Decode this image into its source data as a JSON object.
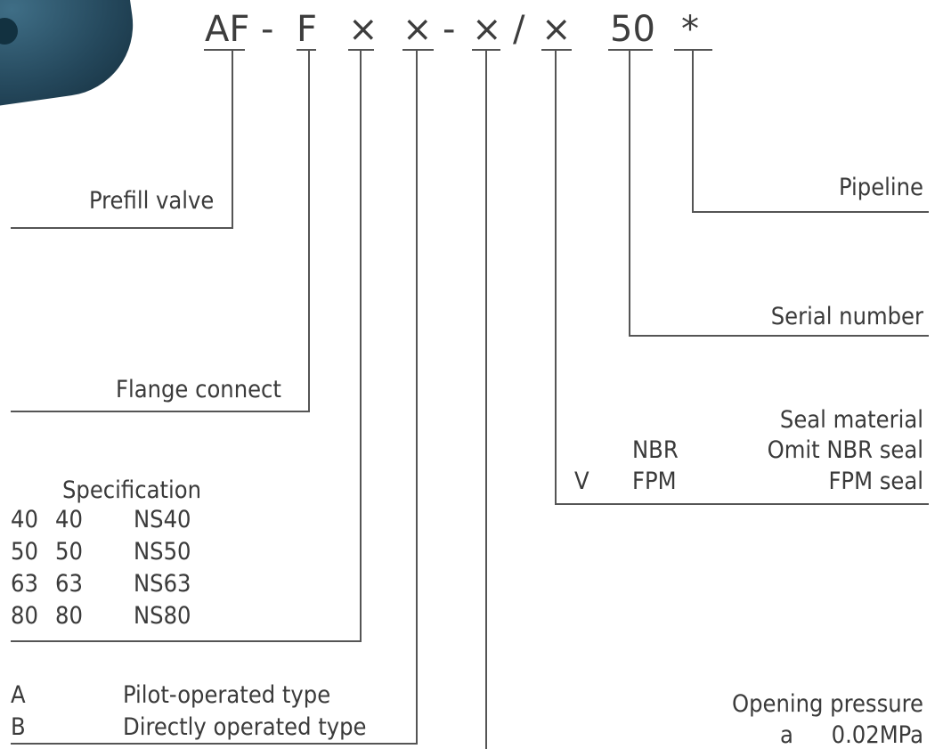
{
  "model_code": {
    "segments": [
      "AF",
      "-",
      "F",
      "×",
      "×",
      "-",
      "×",
      "/",
      "×",
      "50",
      "*"
    ]
  },
  "labels": {
    "prefill_valve": "Prefill valve",
    "pipeline": "Pipeline",
    "serial_number": "Serial number",
    "flange_connect": "Flange connect",
    "seal_material": {
      "title": "Seal material",
      "rows": [
        {
          "code": "",
          "name": "NBR",
          "desc": "Omit NBR seal"
        },
        {
          "code": "V",
          "name": "FPM",
          "desc": "FPM seal"
        }
      ]
    },
    "specification": {
      "title": "Specification",
      "rows": [
        {
          "a": "40",
          "b": "40",
          "c": "NS40"
        },
        {
          "a": "50",
          "b": "50",
          "c": "NS50"
        },
        {
          "a": "63",
          "b": "63",
          "c": "NS63"
        },
        {
          "a": "80",
          "b": "80",
          "c": "NS80"
        }
      ]
    },
    "operation_type": {
      "rows": [
        {
          "code": "A",
          "desc": "Pilot-operated type"
        },
        {
          "code": "B",
          "desc": "Directly operated type"
        }
      ]
    },
    "opening_pressure": {
      "title": "Opening pressure",
      "value_code": "a",
      "value": "0.02MPa"
    }
  },
  "colors": {
    "text": "#3a3a3a",
    "lines": "#555555",
    "product_image": "#2c5469"
  }
}
